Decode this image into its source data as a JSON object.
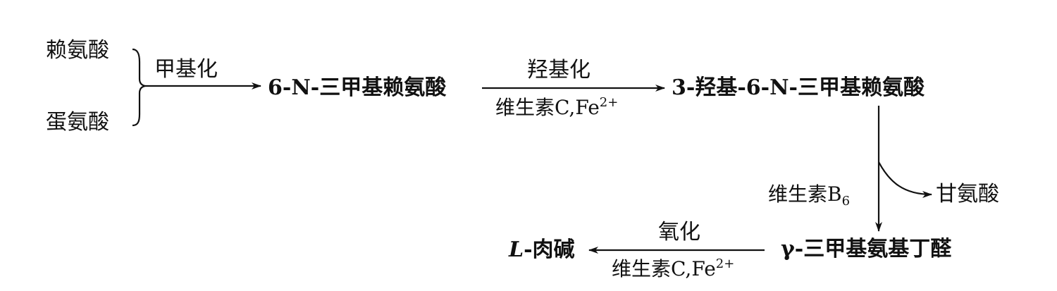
{
  "nodes": {
    "lysine": "赖氨酸",
    "methionine": "蛋氨酸",
    "trimethyllysine": "6-N-三甲基赖氨酸",
    "hydroxy_trimethyllysine": "3-羟基-6-N-三甲基赖氨酸",
    "glycine": "甘氨酸",
    "butyraldehyde": "γ-三甲基氨基丁醛",
    "carnitine_prefix": "L",
    "carnitine_suffix": "-肉碱"
  },
  "reactions": {
    "methylation": "甲基化",
    "hydroxylation": "羟基化",
    "hydroxylation_cofactor": "维生素C,Fe",
    "hydroxylation_cofactor_charge": "2+",
    "b6_label": "维生素B",
    "b6_subscript": "6",
    "oxidation": "氧化",
    "oxidation_cofactor": "维生素C,Fe",
    "oxidation_cofactor_charge": "2+"
  }
}
